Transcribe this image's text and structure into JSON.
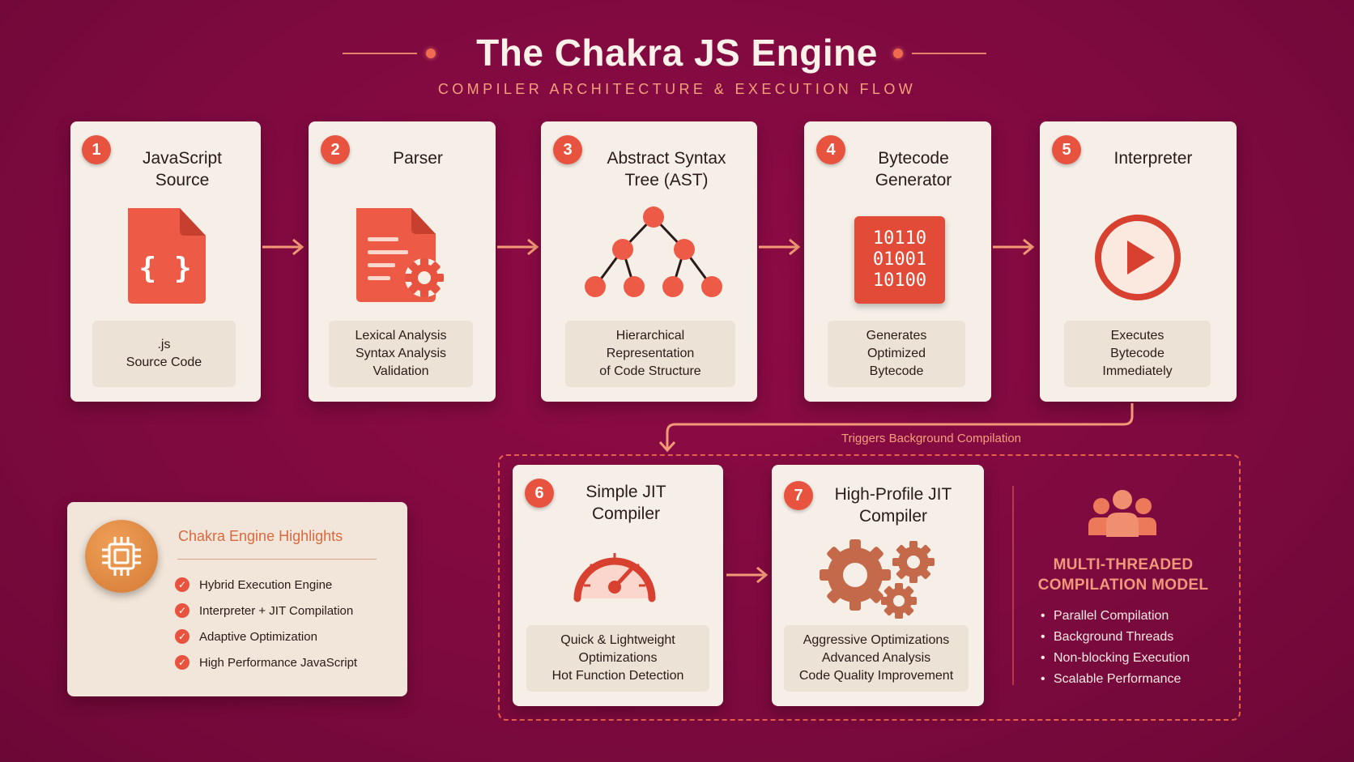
{
  "header": {
    "title": "The Chakra JS Engine",
    "subtitle": "COMPILER ARCHITECTURE & EXECUTION FLOW"
  },
  "stages": [
    {
      "number": "1",
      "title": "JavaScript\nSource",
      "description": ".js\nSource Code",
      "icon": "js-file-icon"
    },
    {
      "number": "2",
      "title": "Parser",
      "description": "Lexical Analysis\nSyntax Analysis\nValidation",
      "icon": "document-gear-icon"
    },
    {
      "number": "3",
      "title": "Abstract Syntax\nTree (AST)",
      "description": "Hierarchical\nRepresentation\nof Code Structure",
      "icon": "tree-icon"
    },
    {
      "number": "4",
      "title": "Bytecode\nGenerator",
      "description": "Generates\nOptimized\nBytecode",
      "icon": "binary-block-icon",
      "binary": [
        "10110",
        "01001",
        "10100"
      ]
    },
    {
      "number": "5",
      "title": "Interpreter",
      "description": "Executes\nBytecode\nImmediately",
      "icon": "play-icon"
    }
  ],
  "trigger_label": "Triggers Background Compilation",
  "jit": [
    {
      "number": "6",
      "title": "Simple JIT\nCompiler",
      "description": "Quick & Lightweight\nOptimizations\nHot Function Detection",
      "icon": "speedometer-icon"
    },
    {
      "number": "7",
      "title": "High-Profile JIT\nCompiler",
      "description": "Aggressive Optimizations\nAdvanced Analysis\nCode Quality Improvement",
      "icon": "gears-icon"
    }
  ],
  "multithread": {
    "title": "MULTI-THREADED\nCOMPILATION MODEL",
    "items": [
      "Parallel Compilation",
      "Background Threads",
      "Non-blocking Execution",
      "Scalable Performance"
    ],
    "icon": "people-icon"
  },
  "highlights": {
    "title": "Chakra Engine Highlights",
    "items": [
      "Hybrid Execution Engine",
      "Interpreter + JIT Compilation",
      "Adaptive Optimization",
      "High Performance JavaScript"
    ],
    "icon": "chip-icon"
  },
  "colors": {
    "background": "#7d0a3f",
    "accent": "#e8533f",
    "card": "#f6efe8",
    "arrow": "#f29a75"
  }
}
